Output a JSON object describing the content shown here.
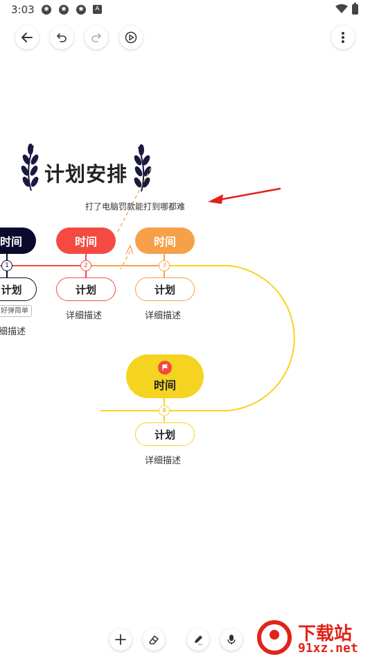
{
  "status_bar": {
    "time": "3:03",
    "notification_letter": "A"
  },
  "toolbar": {
    "back": "back-arrow-icon",
    "undo": "undo-icon",
    "redo": "redo-icon",
    "play": "play-icon",
    "more": "more-vert-icon"
  },
  "mindmap": {
    "title": "计划安排",
    "annotation": "打了电脑罚款能打到哪都难",
    "steps": [
      {
        "time_label": "时间",
        "number": "1",
        "plan_label": "计划",
        "description": "细描述",
        "tag": "好弹简单",
        "color": "#0a0a2e"
      },
      {
        "time_label": "时间",
        "number": "2",
        "plan_label": "计划",
        "description": "详细描述",
        "color": "#f44a41"
      },
      {
        "time_label": "时间",
        "number": "3",
        "plan_label": "计划",
        "description": "详细描述",
        "color": "#f7a04a"
      },
      {
        "time_label": "时间",
        "number": "4",
        "plan_label": "计划",
        "description": "详细描述",
        "color": "#f5d321"
      }
    ]
  },
  "bottom_toolbar": {
    "add": "plus-icon",
    "eraser": "eraser-icon",
    "pen": "pen-icon",
    "mic": "microphone-icon"
  },
  "watermark": {
    "line1": "下载站",
    "line2": "91xz.net"
  },
  "colors": {
    "arrow_red": "#e0201a",
    "path_yellow": "#f5d321",
    "path_orange": "#f7a04a",
    "path_red": "#f44a41"
  }
}
